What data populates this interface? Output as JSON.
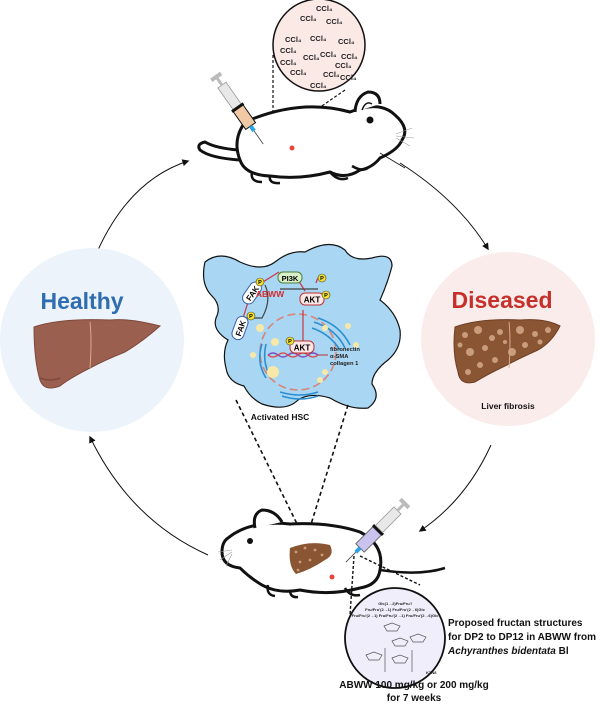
{
  "top": {
    "reagent_bubble_label": "CCl₄",
    "reagent_count": 16
  },
  "healthy": {
    "title": "Healthy",
    "title_color": "#2f6db0",
    "bg_color": "#edf3fb",
    "liver_color": "#9b5f4f"
  },
  "diseased": {
    "title": "Diseased",
    "title_color": "#c6302b",
    "bg_color": "#fbecec",
    "caption": "Liver fibrosis",
    "liver_color": "#8a5533"
  },
  "cell": {
    "caption": "Activated HSC",
    "fill_color": "#a9d6f2",
    "nodes": {
      "fak_upper": "FAK",
      "fak_lower": "FAK",
      "pi3k": "PI3K",
      "akt_cyto": "AKT",
      "akt_nucleus": "AKT",
      "phospho": "P"
    },
    "drug_label": "ABWW",
    "drug_color": "#d42b2b",
    "targets": [
      "fibronectin",
      "α-SMA",
      "collagen 1"
    ]
  },
  "bottom": {
    "structure_lines": [
      "Glc(1→2)Fru/Fru'/",
      "Fru/Fru'(2→1) Fru/Fru'(2→6)Glc",
      "Fru/Fru'(2→1) Fru/Fru'(2→1) Fru/Fru'(2→6)Glc"
    ],
    "structure_tag": "KTN8",
    "fructan_caption": [
      "Proposed fructan structures",
      "for DP2 to DP12 in ABWW from"
    ],
    "species_italic": "Achyranthes bidentata",
    "species_suffix": " Bl",
    "dose_lines": [
      "ABWW 100 mg/kg or 200 mg/kg",
      "for 7 weeks"
    ]
  }
}
